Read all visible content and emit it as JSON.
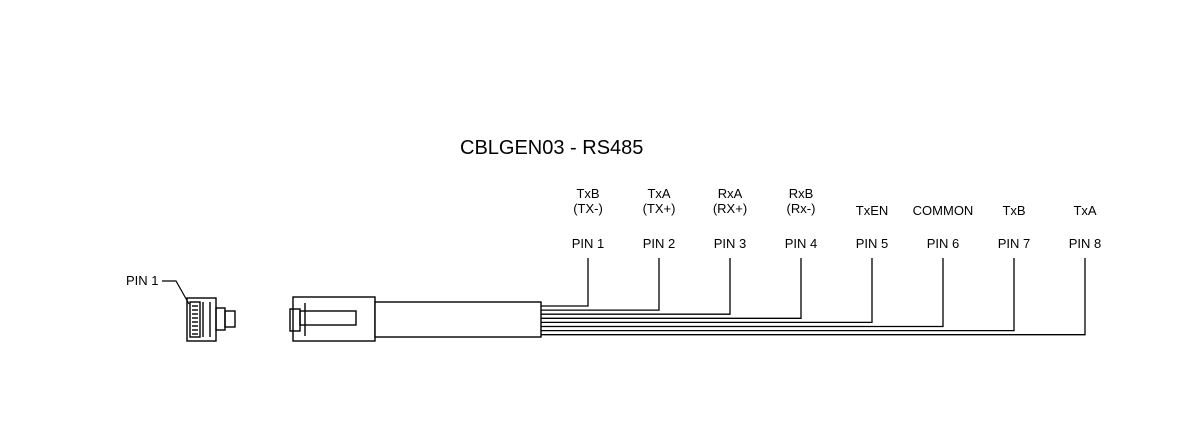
{
  "title": "CBLGEN03 - RS485",
  "pin1_callout": "PIN 1",
  "pins": [
    {
      "signal": [
        "TxB",
        "(TX-)"
      ],
      "pin": "PIN 1"
    },
    {
      "signal": [
        "TxA",
        "(TX+)"
      ],
      "pin": "PIN 2"
    },
    {
      "signal": [
        "RxA",
        "(RX+)"
      ],
      "pin": "PIN 3"
    },
    {
      "signal": [
        "RxB",
        "(Rx-)"
      ],
      "pin": "PIN 4"
    },
    {
      "signal": [
        "TxEN"
      ],
      "pin": "PIN 5"
    },
    {
      "signal": [
        "COMMON"
      ],
      "pin": "PIN 6"
    },
    {
      "signal": [
        "TxB"
      ],
      "pin": "PIN 7"
    },
    {
      "signal": [
        "TxA"
      ],
      "pin": "PIN 8"
    }
  ]
}
